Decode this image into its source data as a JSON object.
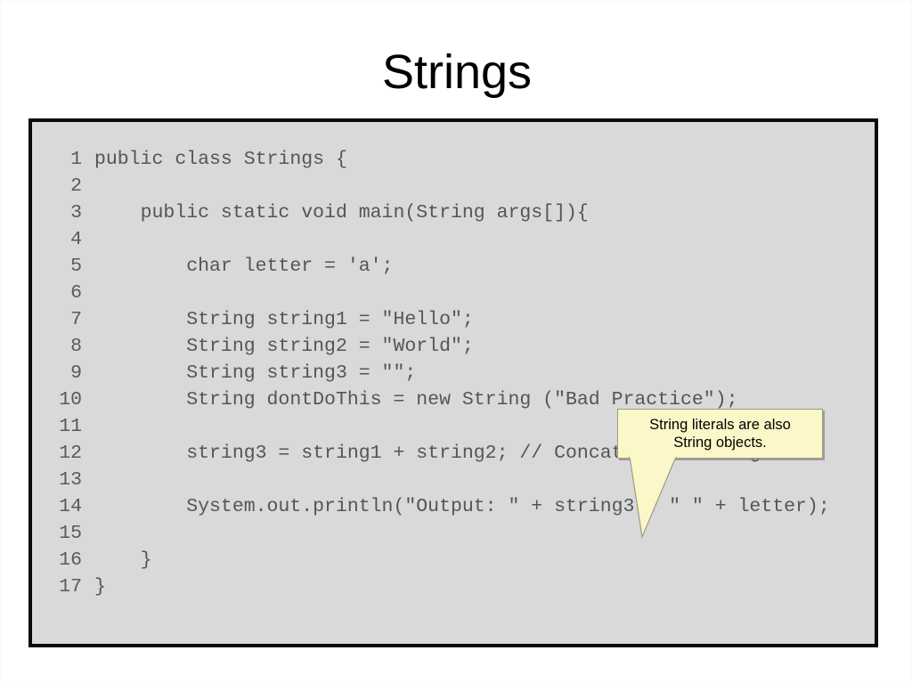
{
  "slide": {
    "title": "Strings",
    "background_color": "#ffffff"
  },
  "code_panel": {
    "background_color": "#d9d9d9",
    "border_color": "#0a0a0a",
    "text_color": "#555555",
    "language": "java",
    "lines": [
      {
        "no": "1",
        "code": "public class Strings {"
      },
      {
        "no": "2",
        "code": ""
      },
      {
        "no": "3",
        "code": "    public static void main(String args[]){"
      },
      {
        "no": "4",
        "code": ""
      },
      {
        "no": "5",
        "code": "        char letter = 'a';"
      },
      {
        "no": "6",
        "code": ""
      },
      {
        "no": "7",
        "code": "        String string1 = \"Hello\";"
      },
      {
        "no": "8",
        "code": "        String string2 = \"World\";"
      },
      {
        "no": "9",
        "code": "        String string3 = \"\";"
      },
      {
        "no": "10",
        "code": "        String dontDoThis = new String (\"Bad Practice\");"
      },
      {
        "no": "11",
        "code": ""
      },
      {
        "no": "12",
        "code": "        string3 = string1 + string2; // Concatenate strings"
      },
      {
        "no": "13",
        "code": ""
      },
      {
        "no": "14",
        "code": "        System.out.println(\"Output: \" + string3 + \" \" + letter);"
      },
      {
        "no": "15",
        "code": ""
      },
      {
        "no": "16",
        "code": "    }"
      },
      {
        "no": "17",
        "code": "}"
      }
    ]
  },
  "callout": {
    "text": "String literals are also\nString objects.",
    "fill_color": "#fcf7c8",
    "border_color": "#9b9b86",
    "text_color": "#000000"
  }
}
